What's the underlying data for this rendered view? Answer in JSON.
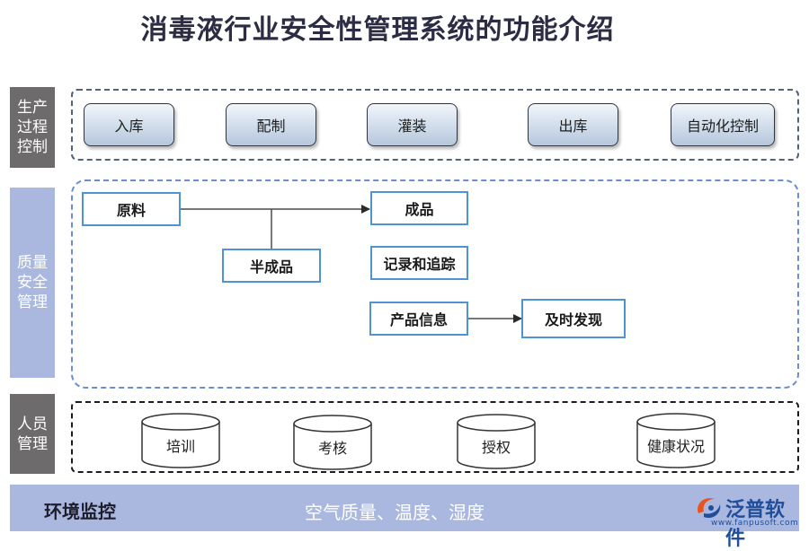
{
  "title": "消毒液行业安全性管理系统的功能介绍",
  "sections": {
    "production": {
      "label": "生产\n过程\n控制",
      "steps": [
        "入库",
        "配制",
        "灌装",
        "出库",
        "自动化控制"
      ]
    },
    "quality": {
      "label": "质量\n安全\n管理",
      "raw_material": "原料",
      "semi_finished": "半成品",
      "finished": "成品",
      "record_tracking": "记录和追踪",
      "product_info": "产品信息",
      "timely_detection": "及时发现"
    },
    "personnel": {
      "label": "人员\n管理",
      "items": [
        "培训",
        "考核",
        "授权",
        "健康状况"
      ]
    },
    "environment": {
      "label": "环境监控",
      "content": "空气质量、温度、湿度"
    }
  },
  "logo": {
    "name": "泛普软件",
    "url": "www.fanpusoft.com"
  },
  "colors": {
    "side_gray": "#6d6b6b",
    "side_blue": "#aab8df",
    "box_border": "#4f93d2",
    "logo": "#1f4e9b"
  }
}
